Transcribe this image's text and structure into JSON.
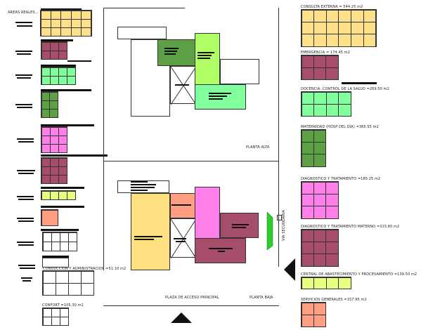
{
  "legend_left": {
    "title": "AREAS REALES..."
  },
  "legend_right": {
    "items": [
      {
        "label": "CONSULTA EXTERNA = 544.25 m2"
      },
      {
        "label": "EMERGENCIA = 174.45 m2"
      },
      {
        "label": "DOCENCIA, CONTROL DE LA SALUD =269.50 m2"
      },
      {
        "label": "MATERNIDAD (HOSP DEL DIA) =365.55 m2"
      },
      {
        "label": "DIAGNOSTICO Y TRATAMIENTO =185.25 m2"
      },
      {
        "label": "DIAGNOSTICO Y TRATAMIENTO MATERNO =315.80 m2"
      },
      {
        "label": "CENTRAL DE ABASTECIMIENTO Y PROCESAMIENTO =139.50 m2"
      },
      {
        "label": "SERVICIOS GENERALES =157.95 m2"
      }
    ]
  },
  "left_labels": {
    "admin": "CONDUCCION Y ADMINISTRACION =51.10 m2",
    "confort": "CONFORT =105.30 m2"
  },
  "plan": {
    "upper_label": "PLANTA ALTA",
    "lower_label": "PLANTA BAJA",
    "plaza_label": "PLAZA DE ACCESO PRINCIPAL",
    "via_label": "VIA SECUNDARIA"
  },
  "colors": {
    "yellow": "#ffe08a",
    "maroon": "#a64d6c",
    "light_green": "#80ff9c",
    "dark_green": "#5ea045",
    "pink": "#ff80e8",
    "lime": "#e6ff80",
    "salmon": "#ff9e80",
    "access_green": "#2ecc2e"
  }
}
